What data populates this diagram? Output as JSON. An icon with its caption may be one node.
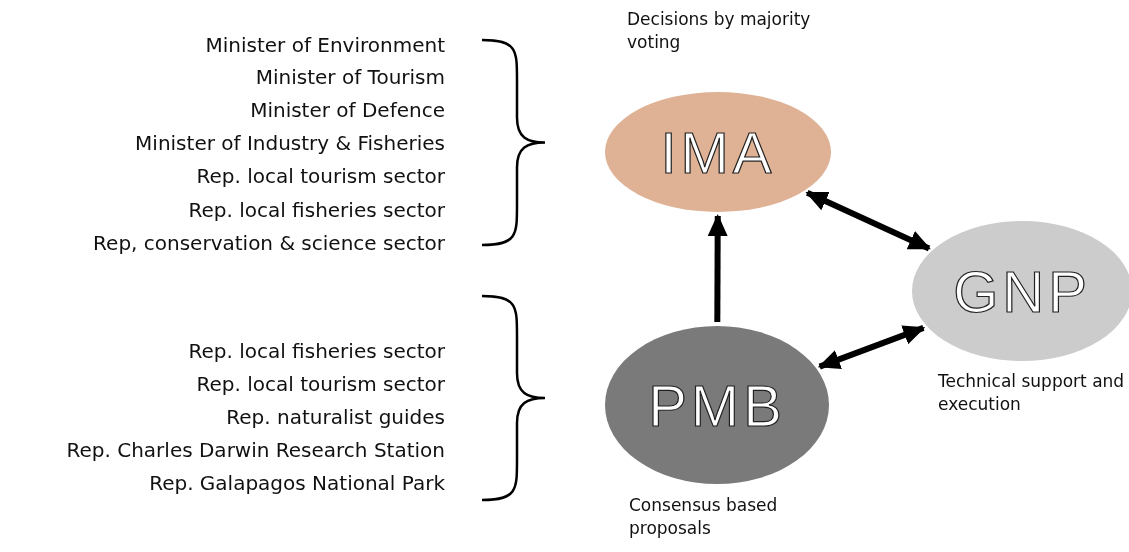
{
  "diagram": {
    "nodes": [
      {
        "text": [
          "IMA"
        ],
        "beside": [
          "Decisions by majority voting"
        ]
      },
      {
        "text": [
          "GNP"
        ],
        "beside": [
          "Technical support and execution"
        ]
      },
      {
        "text": [
          "PMB"
        ],
        "beside": [
          "Consensus based proposals"
        ]
      }
    ],
    "edges": [
      {
        "from": 2,
        "to": 0,
        "arrow": "to"
      },
      {
        "from": 0,
        "to": 1,
        "arrow": "both"
      },
      {
        "from": 2,
        "to": 1,
        "arrow": "both"
      }
    ],
    "labels": [
      "Minister of Environment",
      "Minister of Tourism",
      "Minister of Defence",
      "Minister of Industry & Fisheries",
      "Rep. local tourism sector",
      "Rep. local fisheries sector",
      "Rep, conservation & science sector",
      "Rep. local fisheries sector",
      "Rep. local tourism sector",
      "Rep. naturalist guides",
      "Rep. Charles Darwin Research Station",
      "Rep. Galapagos National Park"
    ]
  }
}
